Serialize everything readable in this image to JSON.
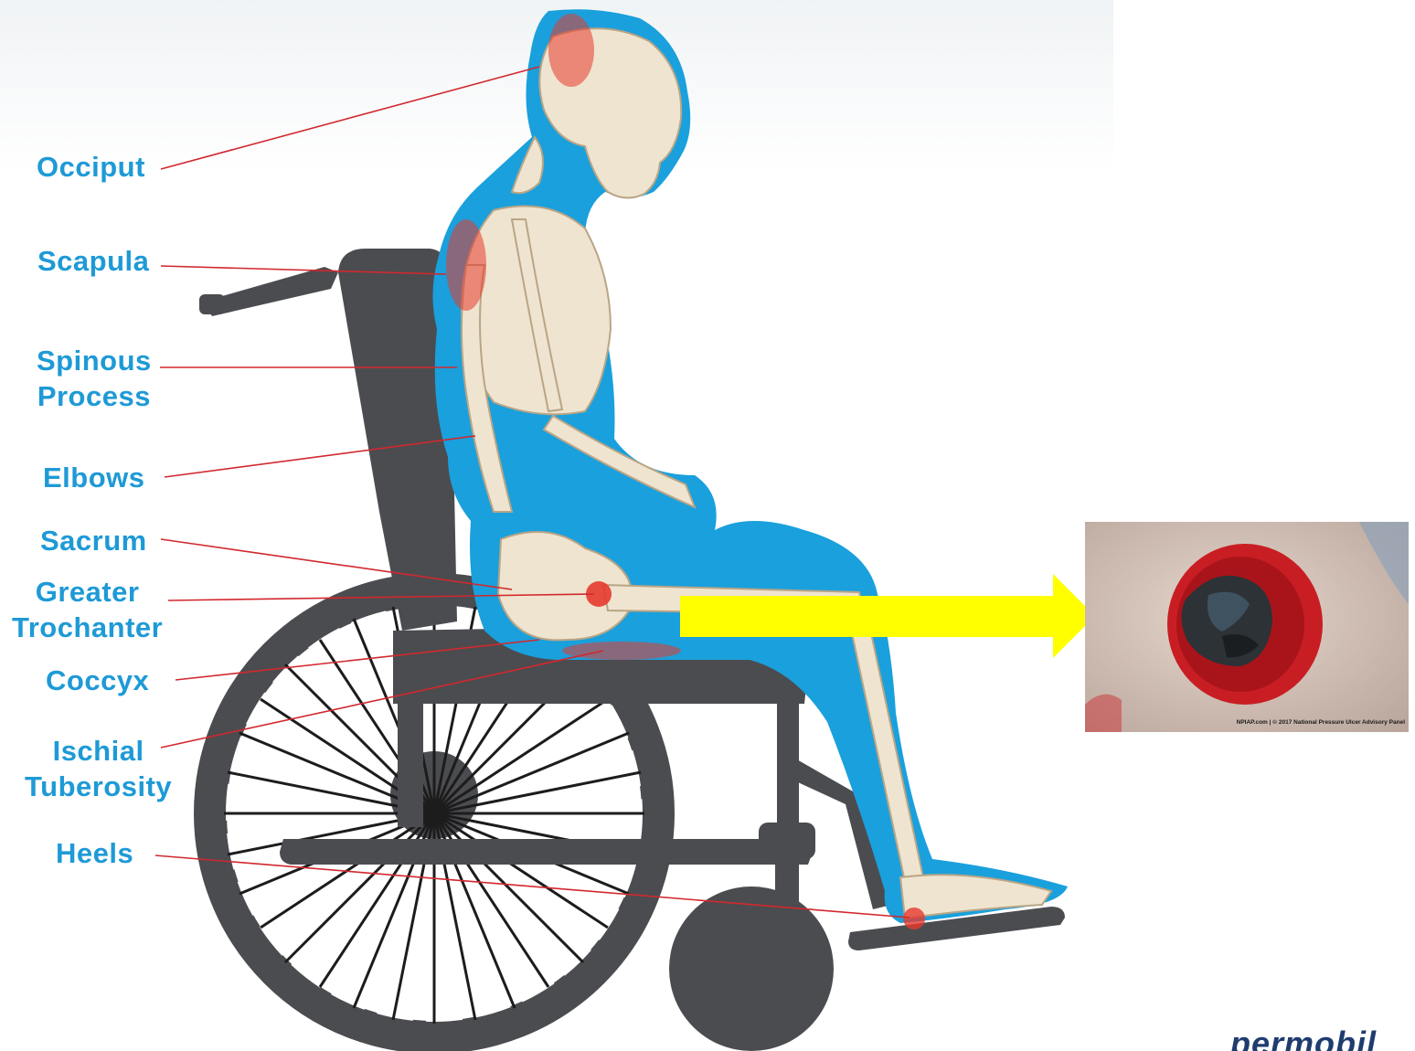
{
  "labels": {
    "occiput": "Occiput",
    "scapula": "Scapula",
    "spinous_line1": "Spinous",
    "spinous_line2": "Process",
    "elbows": "Elbows",
    "sacrum": "Sacrum",
    "trochanter_line1": "Greater",
    "trochanter_line2": "Trochanter",
    "coccyx": "Coccyx",
    "ischial_line1": "Ischial",
    "ischial_line2": "Tuberosity",
    "heels": "Heels"
  },
  "photo": {
    "caption": "NPIAP.com | © 2017 National Pressure Ulcer Advisory Panel"
  },
  "logo": {
    "text": "permobil"
  },
  "colors": {
    "label_blue": "#1e9ad6",
    "body_blue": "#1aa0dc",
    "wheelchair_gray": "#4b4c50",
    "arrow_yellow": "#ffff00",
    "leader_red": "#d2282e",
    "logo_navy": "#1f3c6f"
  }
}
